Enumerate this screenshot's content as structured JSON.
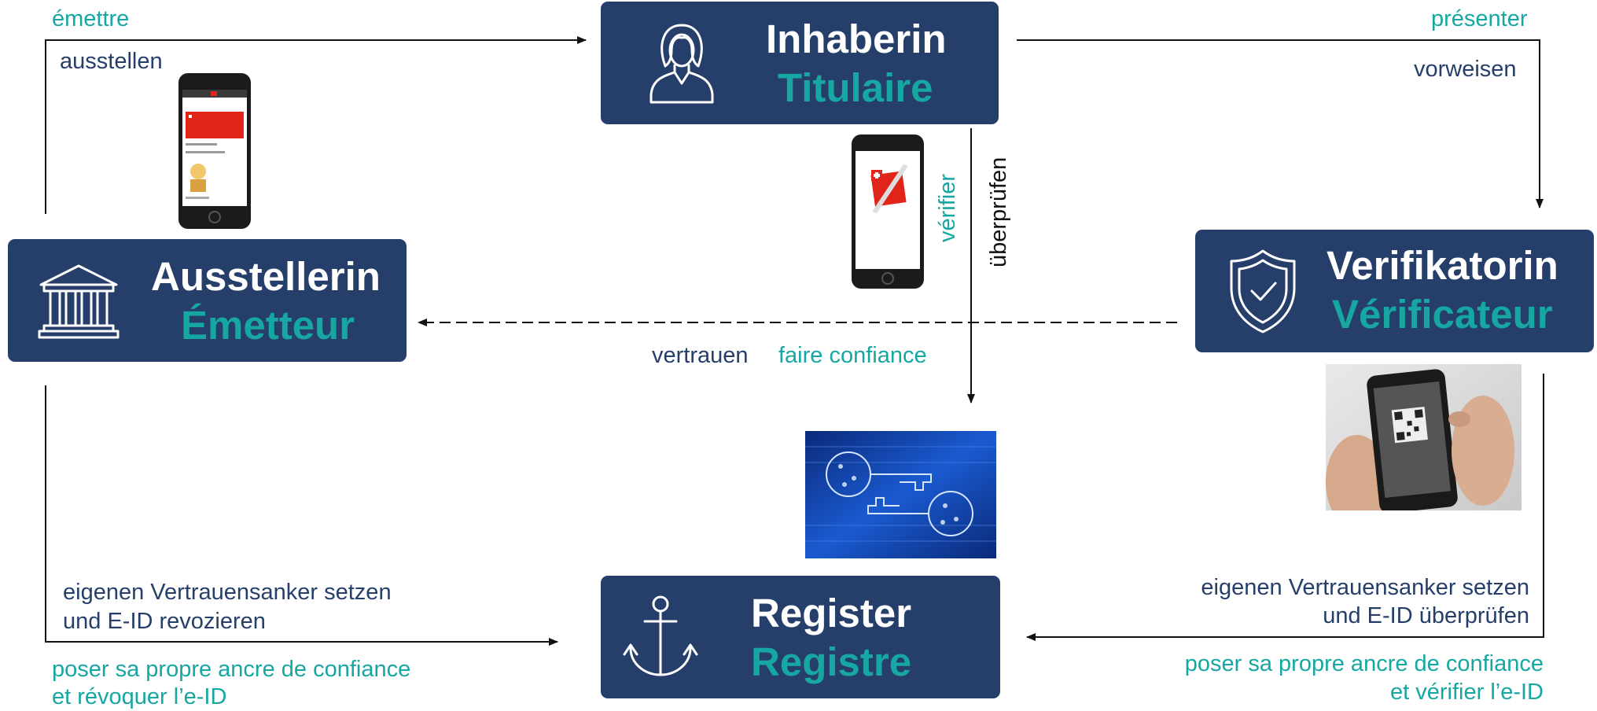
{
  "nodes": {
    "holder": {
      "de": "Inhaberin",
      "fr": "Titulaire",
      "icon": "person-icon"
    },
    "issuer": {
      "de": "Ausstellerin",
      "fr": "Émetteur",
      "icon": "bank-building-icon"
    },
    "verifier": {
      "de": "Verifikatorin",
      "fr": "Vérificateur",
      "icon": "shield-check-icon"
    },
    "register": {
      "de": "Register",
      "fr": "Registre",
      "icon": "anchor-icon"
    }
  },
  "edges": {
    "issue": {
      "fr": "émettre",
      "de": "ausstellen"
    },
    "present": {
      "fr": "présenter",
      "de": "vorweisen"
    },
    "verify": {
      "fr": "vérifier",
      "de": "überprüfen"
    },
    "trust": {
      "de": "vertrauen",
      "fr": "faire confiance"
    },
    "issuer_register": {
      "de_line1": "eigenen Vertrauensanker setzen",
      "de_line2": "und E-ID revozieren",
      "fr_line1": "poser sa propre ancre de confiance",
      "fr_line2": "et révoquer l’e-ID"
    },
    "verifier_register": {
      "de_line1": "eigenen Vertrauensanker setzen",
      "de_line2": "und E-ID überprüfen",
      "fr_line1": "poser sa propre ancre de confiance",
      "fr_line2": "et vérifier l’e-ID"
    }
  },
  "images": {
    "issuer_phone": "smartphone-eid-app-image",
    "holder_phone": "smartphone-swiss-wallet-image",
    "verifier_photo": "hand-scanning-qr-code-photo",
    "register_photo": "digital-keys-circuit-image"
  },
  "colors": {
    "box": "#263f6a",
    "accent": "#17a7a2",
    "text_dark": "#263f6a",
    "line": "#111111",
    "swiss_red": "#e1251b"
  }
}
